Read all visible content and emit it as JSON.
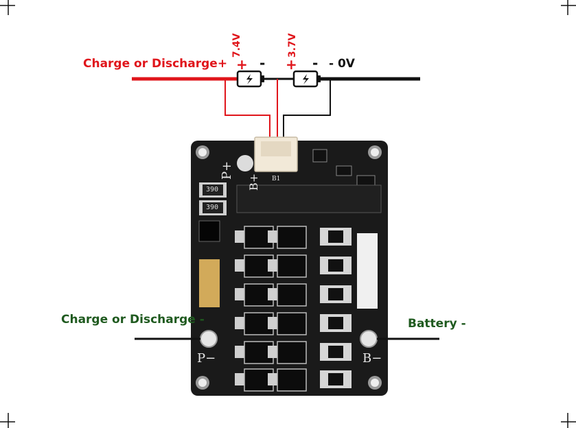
{
  "labels": {
    "charge_discharge_plus": "Charge or Discharge+",
    "charge_discharge_minus": "Charge or Discharge -",
    "battery_minus": "Battery -",
    "zero_volt": "- 0V",
    "v74": "7.4V",
    "v37": "3.7V",
    "plus_1": "+",
    "minus_1": "-",
    "plus_2": "+",
    "minus_2": "-"
  },
  "board": {
    "silk_p_plus": "P+",
    "silk_b_plus": "B+",
    "silk_p_minus": "P−",
    "silk_b_minus": "B−",
    "silk_b1": "B1",
    "resistor_1": "390",
    "resistor_2": "390"
  },
  "colors": {
    "red_wire": "#e0151b",
    "black_wire": "#111111",
    "board": "#1a1a1a",
    "label_green": "#1f5a1f",
    "label_red": "#e0151b"
  },
  "icons": {
    "battery_cell": "battery-icon"
  }
}
